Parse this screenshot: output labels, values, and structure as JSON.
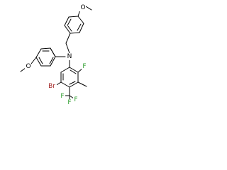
{
  "molecule": {
    "atom_labels": {
      "o_top": "O",
      "n_amine": "N",
      "o_left": "O",
      "f_ring": "F",
      "br": "Br",
      "f_cf3_a": "F",
      "f_cf3_b": "F",
      "f_cf3_c": "F"
    },
    "colors": {
      "bond": "#000000",
      "bromine": "#a52a2a",
      "fluorine": "#33a033",
      "background": "#ffffff"
    }
  }
}
